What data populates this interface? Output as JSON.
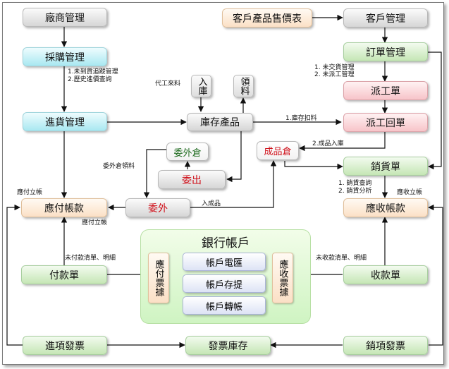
{
  "boxes": {
    "factory_mgmt": "廠商管理",
    "purchase_mgmt": "採購管理",
    "receiving_mgmt": "進貨管理",
    "payable": "應付帳款",
    "payment_slip": "付款單",
    "purchase_invoice": "進項發票",
    "customer_product_price": "客戶產品售價表",
    "customer_mgmt": "客戶管理",
    "order_mgmt": "訂單管理",
    "dispatch": "派工單",
    "dispatch_return": "派工回單",
    "sales_slip": "銷貨單",
    "receivable": "應收帳款",
    "receipt_slip": "收款單",
    "sales_invoice": "銷項發票",
    "inventory": "庫存產品",
    "outsource_warehouse": "委外倉",
    "outsource_out": "委出",
    "outsource": "委外",
    "finished_warehouse": "成品倉",
    "stock_in": "入庫",
    "stock_out": "領料",
    "invoice_stock": "發票庫存"
  },
  "bank": {
    "title": "銀行帳戶",
    "wire": "帳戶電匯",
    "deposit": "帳戶存提",
    "transfer": "帳戶轉帳",
    "notes_payable": "應付票據",
    "notes_receivable": "應收票據"
  },
  "labels": {
    "purchase_note1": "1.未到貨追蹤管理",
    "purchase_note2": "2.歷史進價查詢",
    "oem_material": "代工來料",
    "order_note1": "1. 未交貨管理",
    "order_note2": "2. 未派工管理",
    "inventory_deduct": "1.庫存扣料",
    "finished_in": "2.成品入庫",
    "outsource_material": "委外倉領料",
    "sales_note1": "1. 銷貨查詢",
    "sales_note2": "2. 銷貨分析",
    "payable_post_top": "應付立帳",
    "receivable_post": "應收立帳",
    "into_finished": "入成品",
    "payable_post_bottom": "應付立帳",
    "unpaid_list": "未付款清單、明細",
    "unreceived_list": "未收款清單、明細"
  }
}
